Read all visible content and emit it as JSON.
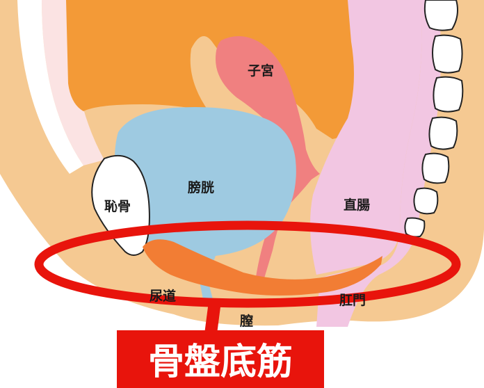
{
  "labels": {
    "uterus": "子宮",
    "bladder": "膀胱",
    "pubic_bone": "恥骨",
    "rectum": "直腸",
    "urethra": "尿道",
    "vagina": "膣",
    "anus": "肛門",
    "pelvic_floor": "骨盤底筋"
  },
  "colors": {
    "tissue": "#f5c992",
    "abdomen": "#f39a37",
    "uterus": "#f08080",
    "bladder": "#9ecae1",
    "rectum": "#f2c6e2",
    "bone": "#ffffff",
    "pelvic_floor_muscle": "#f27d34",
    "highlight": "#e8140c"
  }
}
